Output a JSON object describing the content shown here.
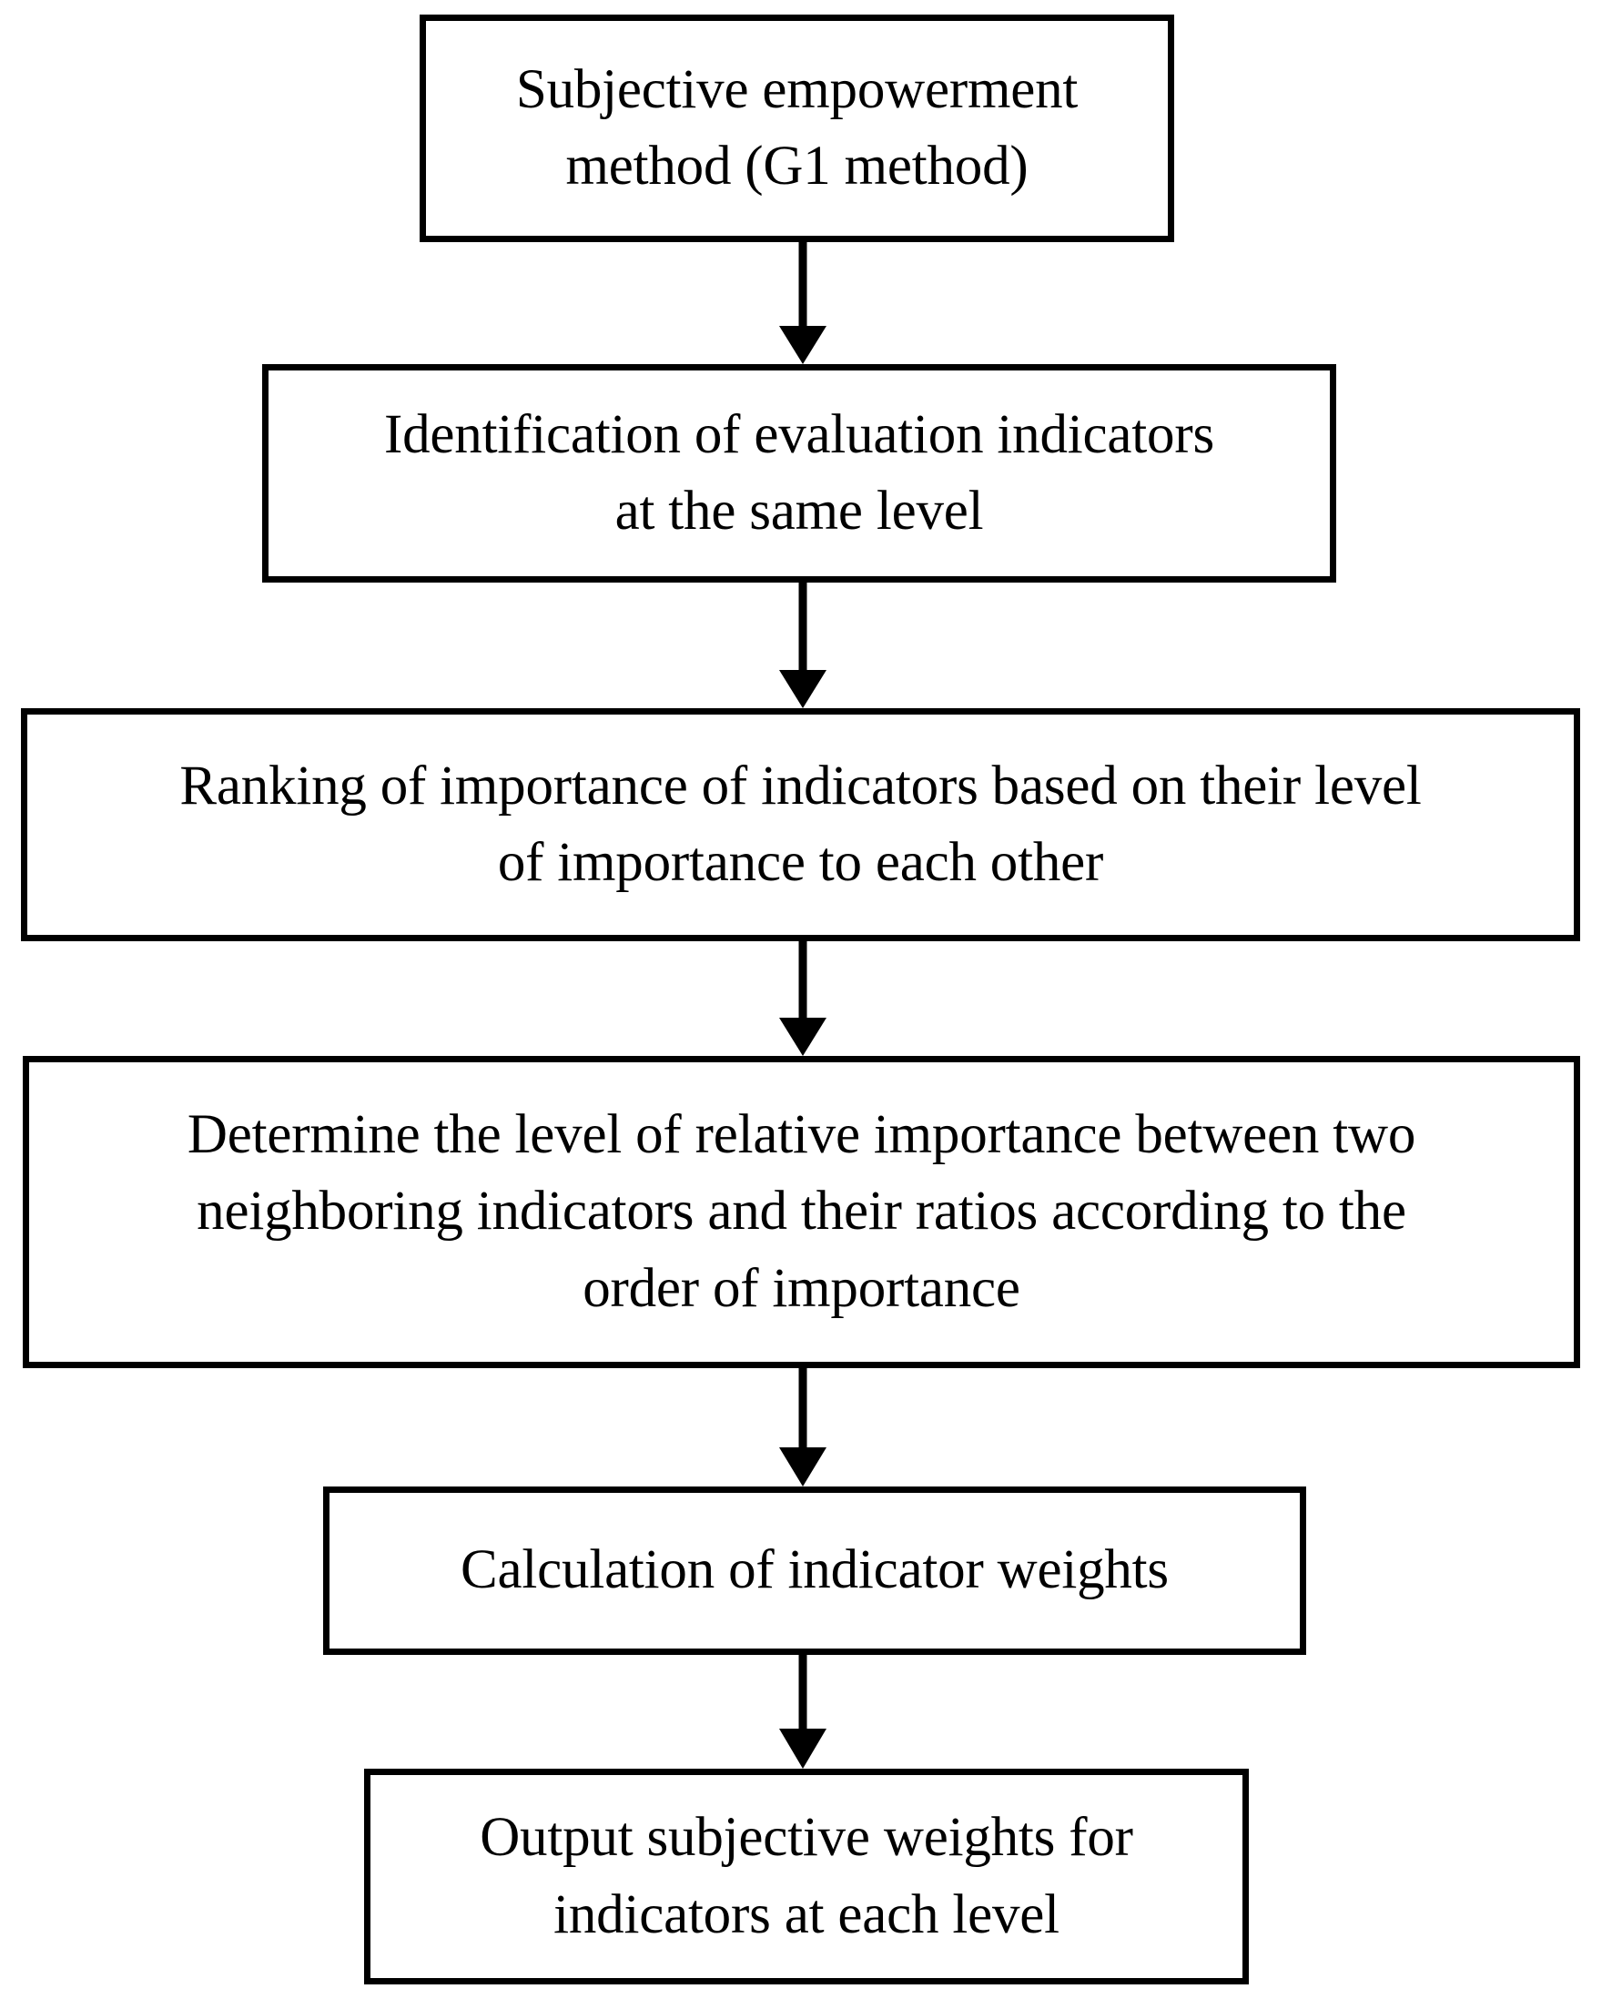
{
  "diagram": {
    "title": "Subjective empowerment method (G1 method) flowchart",
    "orientation": "top-to-bottom",
    "stroke_color": "#000000",
    "fill_color": "#ffffff",
    "nodes": [
      {
        "id": "node-1",
        "shape": "rectangle",
        "text": "Subjective empowerment\nmethod (G1 method)",
        "lines": [
          "Subjective empowerment",
          "method (G1 method)"
        ]
      },
      {
        "id": "node-2",
        "shape": "rectangle",
        "text": "Identification of evaluation indicators\nat the same level",
        "lines": [
          "Identification of evaluation indicators",
          "at the same level"
        ]
      },
      {
        "id": "node-3",
        "shape": "rectangle",
        "text": "Ranking of importance of indicators based on their level\nof importance to each other",
        "lines": [
          "Ranking of importance of indicators based on their level",
          "of importance to each other"
        ]
      },
      {
        "id": "node-4",
        "shape": "rectangle",
        "text": "Determine the level of relative importance between two\nneighboring indicators and their ratios according to the\norder of importance",
        "lines": [
          "Determine the level of relative importance between two",
          "neighboring indicators and their ratios according to the",
          "order of importance"
        ]
      },
      {
        "id": "node-5",
        "shape": "rectangle",
        "text": "Calculation of indicator weights",
        "lines": [
          "Calculation of indicator weights"
        ]
      },
      {
        "id": "node-6",
        "shape": "rectangle",
        "text": "Output subjective weights for\nindicators at each level",
        "lines": [
          "Output subjective weights for",
          "indicators at each level"
        ]
      }
    ],
    "edges": [
      {
        "id": "edge-1-2",
        "from": "node-1",
        "to": "node-2",
        "label": "",
        "arrowhead": "solid-triangle"
      },
      {
        "id": "edge-2-3",
        "from": "node-2",
        "to": "node-3",
        "label": "",
        "arrowhead": "solid-triangle"
      },
      {
        "id": "edge-3-4",
        "from": "node-3",
        "to": "node-4",
        "label": "",
        "arrowhead": "solid-triangle"
      },
      {
        "id": "edge-4-5",
        "from": "node-4",
        "to": "node-5",
        "label": "",
        "arrowhead": "solid-triangle"
      },
      {
        "id": "edge-5-6",
        "from": "node-5",
        "to": "node-6",
        "label": "",
        "arrowhead": "solid-triangle"
      }
    ]
  }
}
